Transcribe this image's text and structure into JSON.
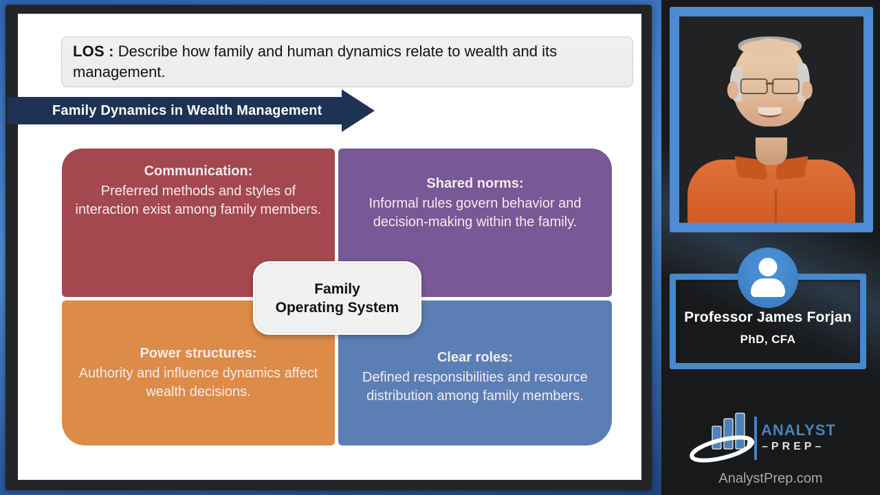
{
  "slide": {
    "los": {
      "label": "LOS :",
      "text": " Describe how family and human dynamics relate to wealth and its management."
    },
    "banner": {
      "title": "Family Dynamics in Wealth Management",
      "color": "#1e3255"
    },
    "quadrants": [
      {
        "heading": "Communication:",
        "body": "Preferred methods and styles of interaction exist among family members.",
        "color": "#a3484f"
      },
      {
        "heading": "Shared norms:",
        "body": "Informal rules govern behavior and decision-making within the family.",
        "color": "#785896"
      },
      {
        "heading": "Power structures:",
        "body": "Authority and influence dynamics affect wealth decisions.",
        "color": "#dd8b49"
      },
      {
        "heading": "Clear roles:",
        "body": "Defined responsibilities and resource distribution among family members.",
        "color": "#5b7fb5"
      }
    ],
    "center_box": {
      "line1": "Family",
      "line2": "Operating System"
    }
  },
  "sidebar": {
    "presenter": {
      "name": "Professor James Forjan",
      "credentials": "PhD, CFA"
    },
    "logo": {
      "brand_top": "ANALYST",
      "brand_bottom": "–PREP–",
      "website": "AnalystPrep.com"
    }
  },
  "colors": {
    "background_blue": "#4f8cd4",
    "slide_border": "#232428",
    "panel_black": "#18191b",
    "accent_blue": "#4e8bd0",
    "logo_blue": "#4d81b9",
    "los_box_gray": "#eeeeee",
    "center_box_gray": "#f1f1f1"
  }
}
